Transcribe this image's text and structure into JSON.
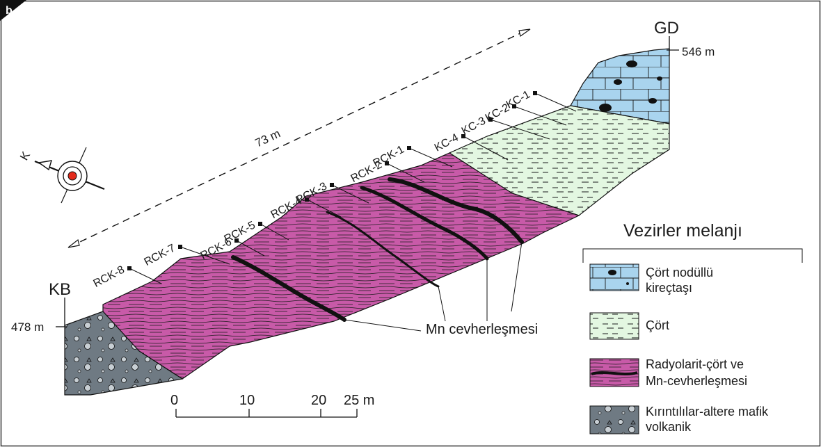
{
  "panel_label": "b",
  "directions": {
    "northwest": "KB",
    "southeast": "GD"
  },
  "elevations": {
    "low": "478 m",
    "high": "546 m"
  },
  "length_label": "73 m",
  "ore_label": "Mn cevherleşmesi",
  "north_arrow_label": "K",
  "samples": [
    "KC-1",
    "KC-2",
    "KC-3",
    "KC-4",
    "RCK-1",
    "RCK-2",
    "RCK-3",
    "RCK-4",
    "RCK-5",
    "RCK-6",
    "RCK-7",
    "RCK-8"
  ],
  "scale_bar": {
    "ticks": [
      "0",
      "10",
      "20",
      "25 m"
    ]
  },
  "legend": {
    "title": "Vezirler melanjı",
    "items": [
      {
        "label_lines": [
          "Çört nodüllü",
          "kireçtaşı"
        ],
        "color": "#a9d4ee"
      },
      {
        "label_lines": [
          "Çört"
        ],
        "color": "#e3f7e1"
      },
      {
        "label_lines": [
          "Radyolarit-çört ve",
          "Mn-cevherleşmesi"
        ],
        "color": "#c85aa8"
      },
      {
        "label_lines": [
          "Kırıntılılar-altere mafik",
          "volkanik"
        ],
        "color": "#6f7a83"
      }
    ]
  }
}
